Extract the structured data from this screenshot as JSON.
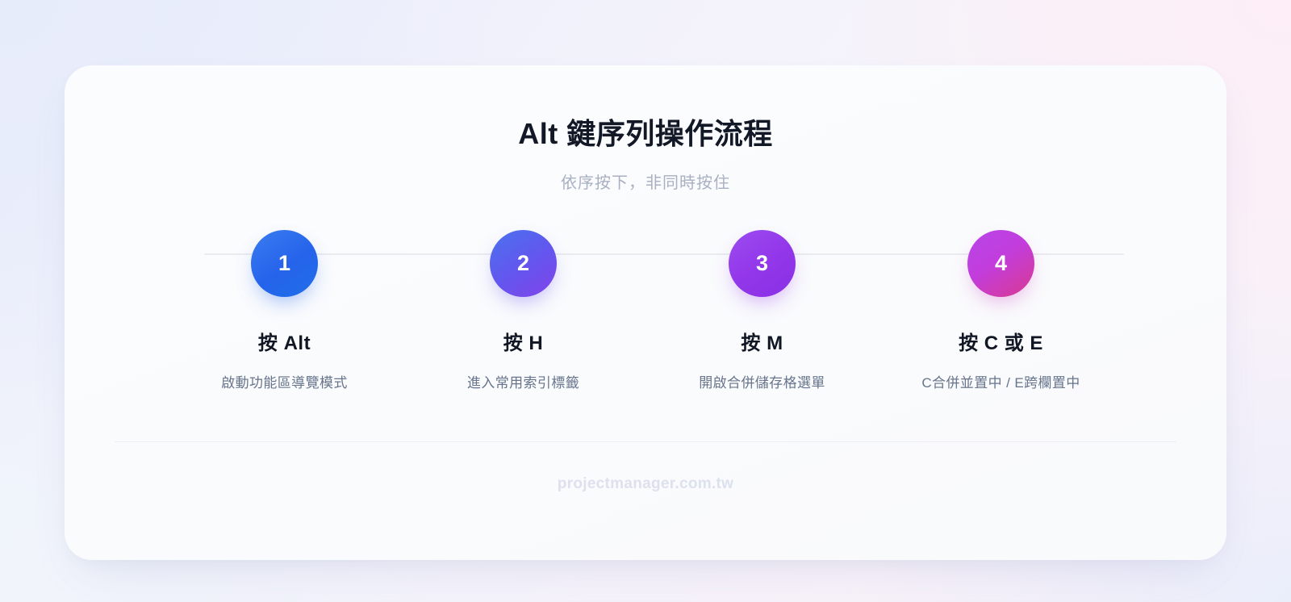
{
  "header": {
    "title": "Alt 鍵序列操作流程",
    "subtitle": "依序按下，非同時按住"
  },
  "steps": [
    {
      "number": "1",
      "title": "按 Alt",
      "description": "啟動功能區導覽模式",
      "color_start": "#3b7cf0",
      "color_end": "#1f6fe8"
    },
    {
      "number": "2",
      "title": "按 H",
      "description": "進入常用索引標籤",
      "color_start": "#4a73ef",
      "color_end": "#8243ea"
    },
    {
      "number": "3",
      "title": "按 M",
      "description": "開啟合併儲存格選單",
      "color_start": "#9b4df0",
      "color_end": "#8b2fe6"
    },
    {
      "number": "4",
      "title": "按 C 或 E",
      "description": "C合併並置中 / E跨欄置中",
      "color_start": "#b845e8",
      "color_end": "#d9398f"
    }
  ],
  "footer": {
    "brand": "projectmanager.com.tw"
  },
  "theme": {
    "title_color": "#131827",
    "subtitle_color": "#a8b0c2",
    "step_title_color": "#101624",
    "step_desc_color": "#67748c",
    "connector_color": "#e9ebf1",
    "divider_color": "#eceef3",
    "footer_color": "#dde1ee",
    "card_background": "#fbfcfe"
  }
}
